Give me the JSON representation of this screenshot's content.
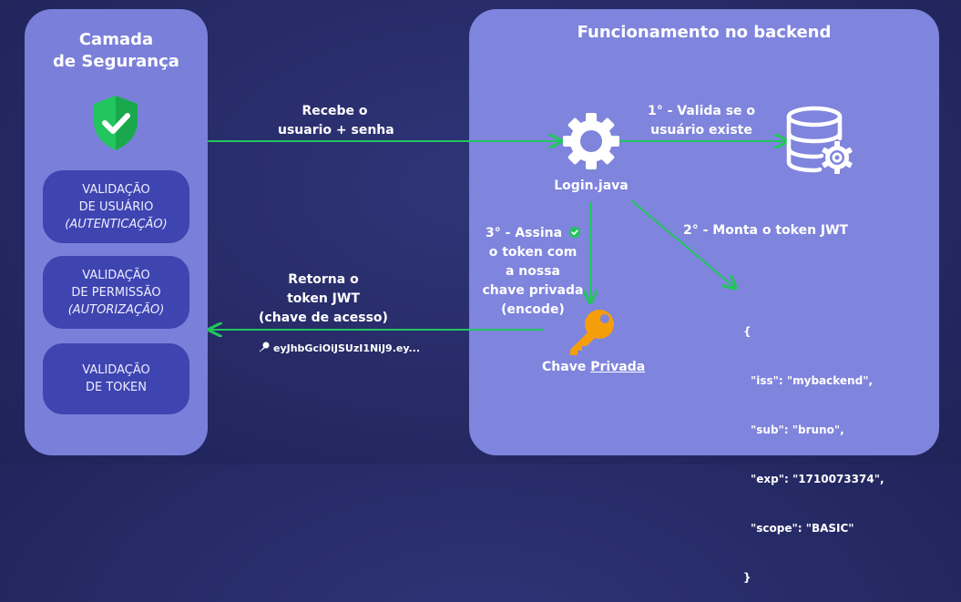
{
  "left": {
    "title_line1": "Camada",
    "title_line2": "de Segurança",
    "boxes": [
      {
        "line1": "VALIDAÇÃO",
        "line2": "DE USUÁRIO",
        "line3": "(AUTENTICAÇÃO)"
      },
      {
        "line1": "VALIDAÇÃO",
        "line2": "DE PERMISSÃO",
        "line3": "(AUTORIZAÇÃO)"
      },
      {
        "line1": "VALIDAÇÃO",
        "line2": "DE TOKEN"
      }
    ]
  },
  "right": {
    "title": "Funcionamento no backend",
    "login_label": "Login.java",
    "step1": {
      "line1": "1° - Valida se o",
      "line2": "usuário existe"
    },
    "step2": "2° - Monta o token JWT",
    "step3": {
      "line1": "3° - Assina",
      "line2": "o token com",
      "line3": "a nossa",
      "line4": "chave privada",
      "line5": "(encode)"
    },
    "key_label_prefix": "Chave ",
    "key_label_link": "Privada",
    "json_lines": [
      "{",
      "\"iss\": \"mybackend\",",
      "\"sub\": \"bruno\",",
      "\"exp\": \"1710073374\",",
      "\"scope\": \"BASIC\"",
      "}"
    ]
  },
  "flow": {
    "request": {
      "line1": "Recebe o",
      "line2": "usuario + senha"
    },
    "response": {
      "line1": "Retorna o",
      "line2": "token JWT",
      "line3": "(chave de acesso)"
    },
    "token_text": "eyJhbGciOiJSUzI1NiJ9.ey..."
  },
  "colors": {
    "arrow": "#22c55e",
    "shield": "#22c55e",
    "key": "#f59e0b",
    "left_panel": "#7a7fd9",
    "right_panel": "#7f84dd",
    "box": "#3e44b0",
    "background": "#262a66"
  }
}
